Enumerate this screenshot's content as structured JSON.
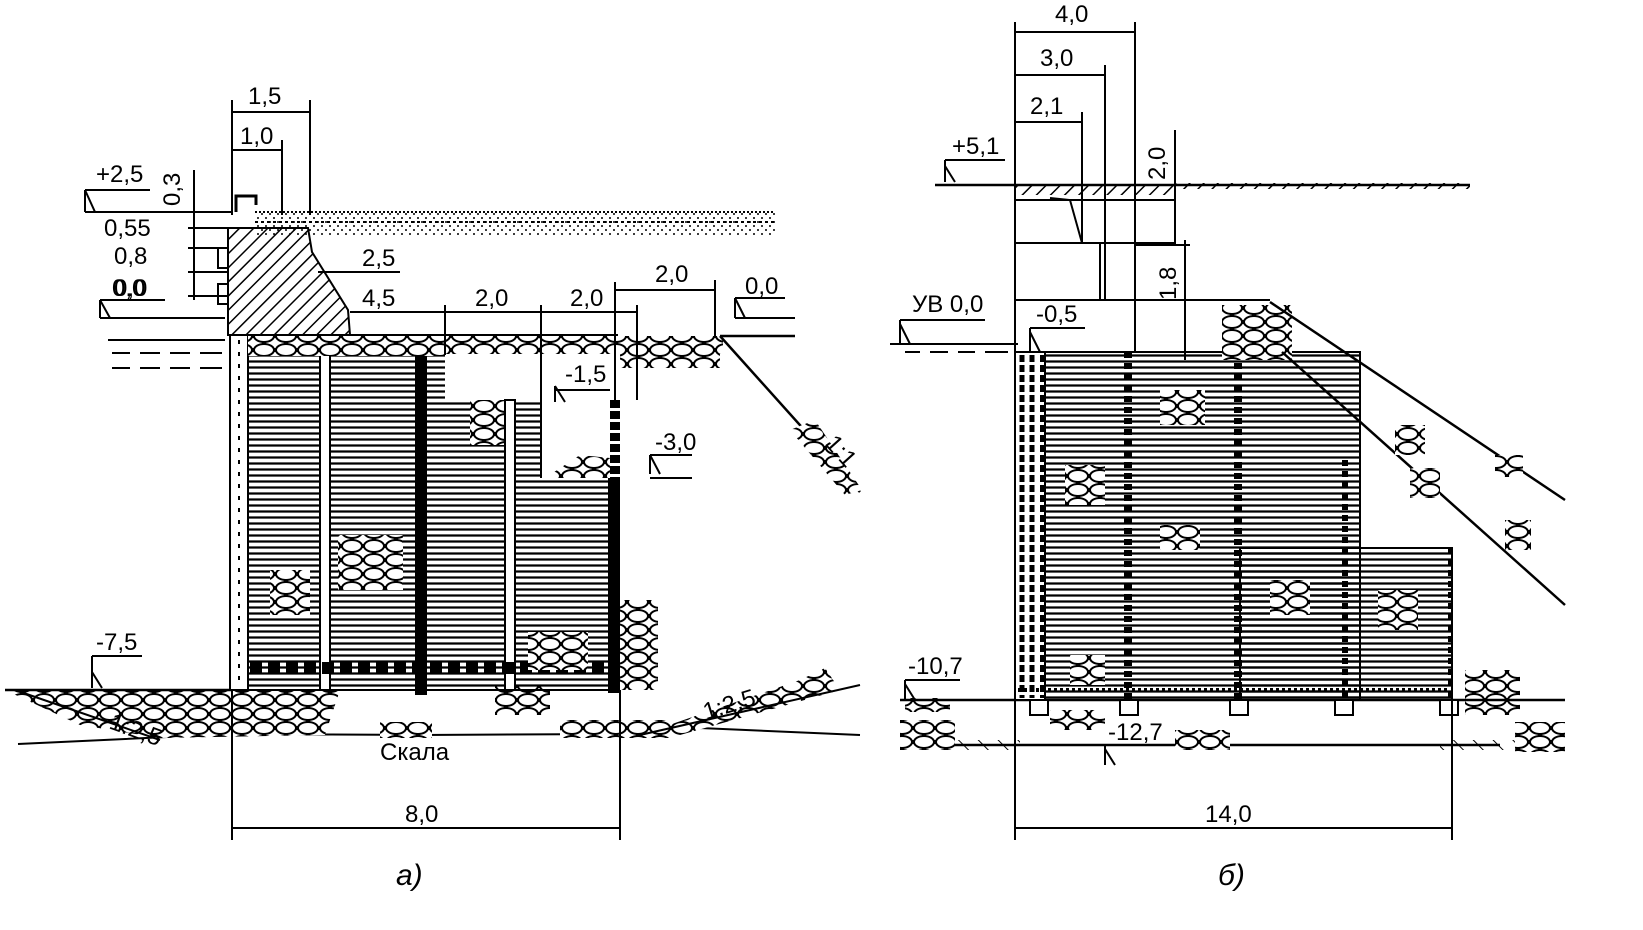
{
  "colors": {
    "ink": "#000000",
    "paper": "#ffffff"
  },
  "panel_a": {
    "caption": "а)",
    "dims": {
      "d15": "1,5",
      "d10": "1,0",
      "d03": "0,3",
      "d055": "0,55",
      "d08": "0,8",
      "d00": "0,0",
      "d25": "2,5",
      "d45": "4,5",
      "d20a": "2,0",
      "d20b": "2,0",
      "d20c": "2,0",
      "d80": "8,0"
    },
    "levels": {
      "p25": "+2,5",
      "zero": "0,0",
      "m15": "-1,5",
      "m30": "-3,0",
      "m75": "-7,5"
    },
    "slopes": {
      "s11": "1:1",
      "s25a": "1:2,5",
      "s25b": "1:2,5"
    },
    "rock": "Скала"
  },
  "panel_b": {
    "caption": "б)",
    "dims": {
      "d40": "4,0",
      "d30": "3,0",
      "d21": "2,1",
      "d20": "2,0",
      "d18": "1,8",
      "d140": "14,0"
    },
    "levels": {
      "p51": "+5,1",
      "uv": "УВ 0,0",
      "m05": "-0,5",
      "m107": "-10,7",
      "m127": "-12,7"
    }
  }
}
